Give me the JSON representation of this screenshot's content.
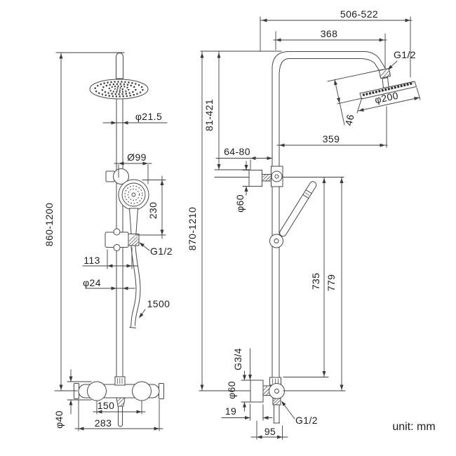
{
  "note": {
    "unit_label": "unit: mm"
  },
  "drawing": {
    "left_view": {
      "overall_height": "860-1200",
      "top_pipe_diameter": "φ21.5",
      "hand_shower_diameter": "Ø99",
      "hand_shower_length": "230",
      "slider_thread": "G1/2",
      "slider_offset": "113",
      "riser_diameter": "φ24",
      "hose_length": "1500",
      "inlet_spacing": "150",
      "valve_width": "283",
      "valve_body_diameter": "φ40"
    },
    "right_view": {
      "overall_height": "870-1210",
      "overall_depth": "506-522",
      "arm_reach": "368",
      "head_thread": "G1/2",
      "head_diameter": "φ200",
      "head_thickness": "46",
      "head_center_reach": "359",
      "height_adjustment": "81-421",
      "bracket_depth": "64-80",
      "bracket_diameter": "φ60",
      "handle_center_height": "735",
      "outlet_center_height": "779",
      "inlet_thread": "G3/4",
      "valve_plate_diameter": "φ60",
      "plate_thickness": "19",
      "valve_depth": "95",
      "outlet_thread": "G1/2"
    }
  }
}
